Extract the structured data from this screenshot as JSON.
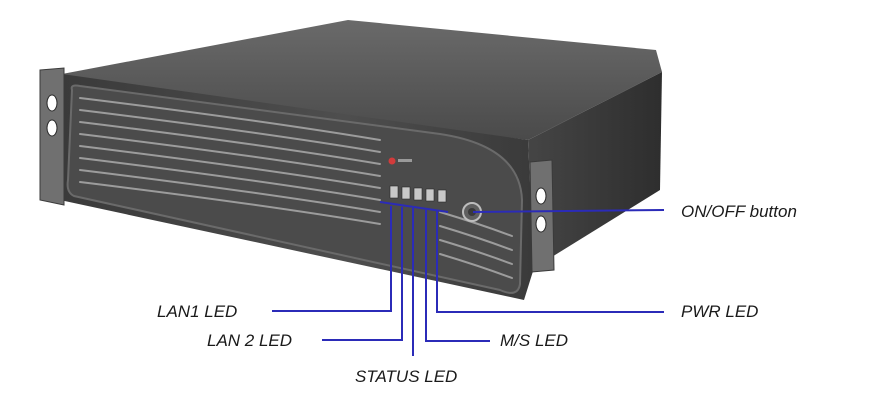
{
  "labels": {
    "onoff": "ON/OFF button",
    "lan1": "LAN1 LED",
    "lan2": "LAN 2 LED",
    "status": "STATUS LED",
    "ms": "M/S LED",
    "pwr": "PWR LED"
  },
  "colors": {
    "callout_line": "#2b2bb8",
    "chassis_dark": "#3b3b3b",
    "chassis_mid": "#5a5a5a",
    "chassis_light": "#8a8a8a",
    "bezel": "#4a4a4a",
    "vent": "#9a9a9a"
  }
}
